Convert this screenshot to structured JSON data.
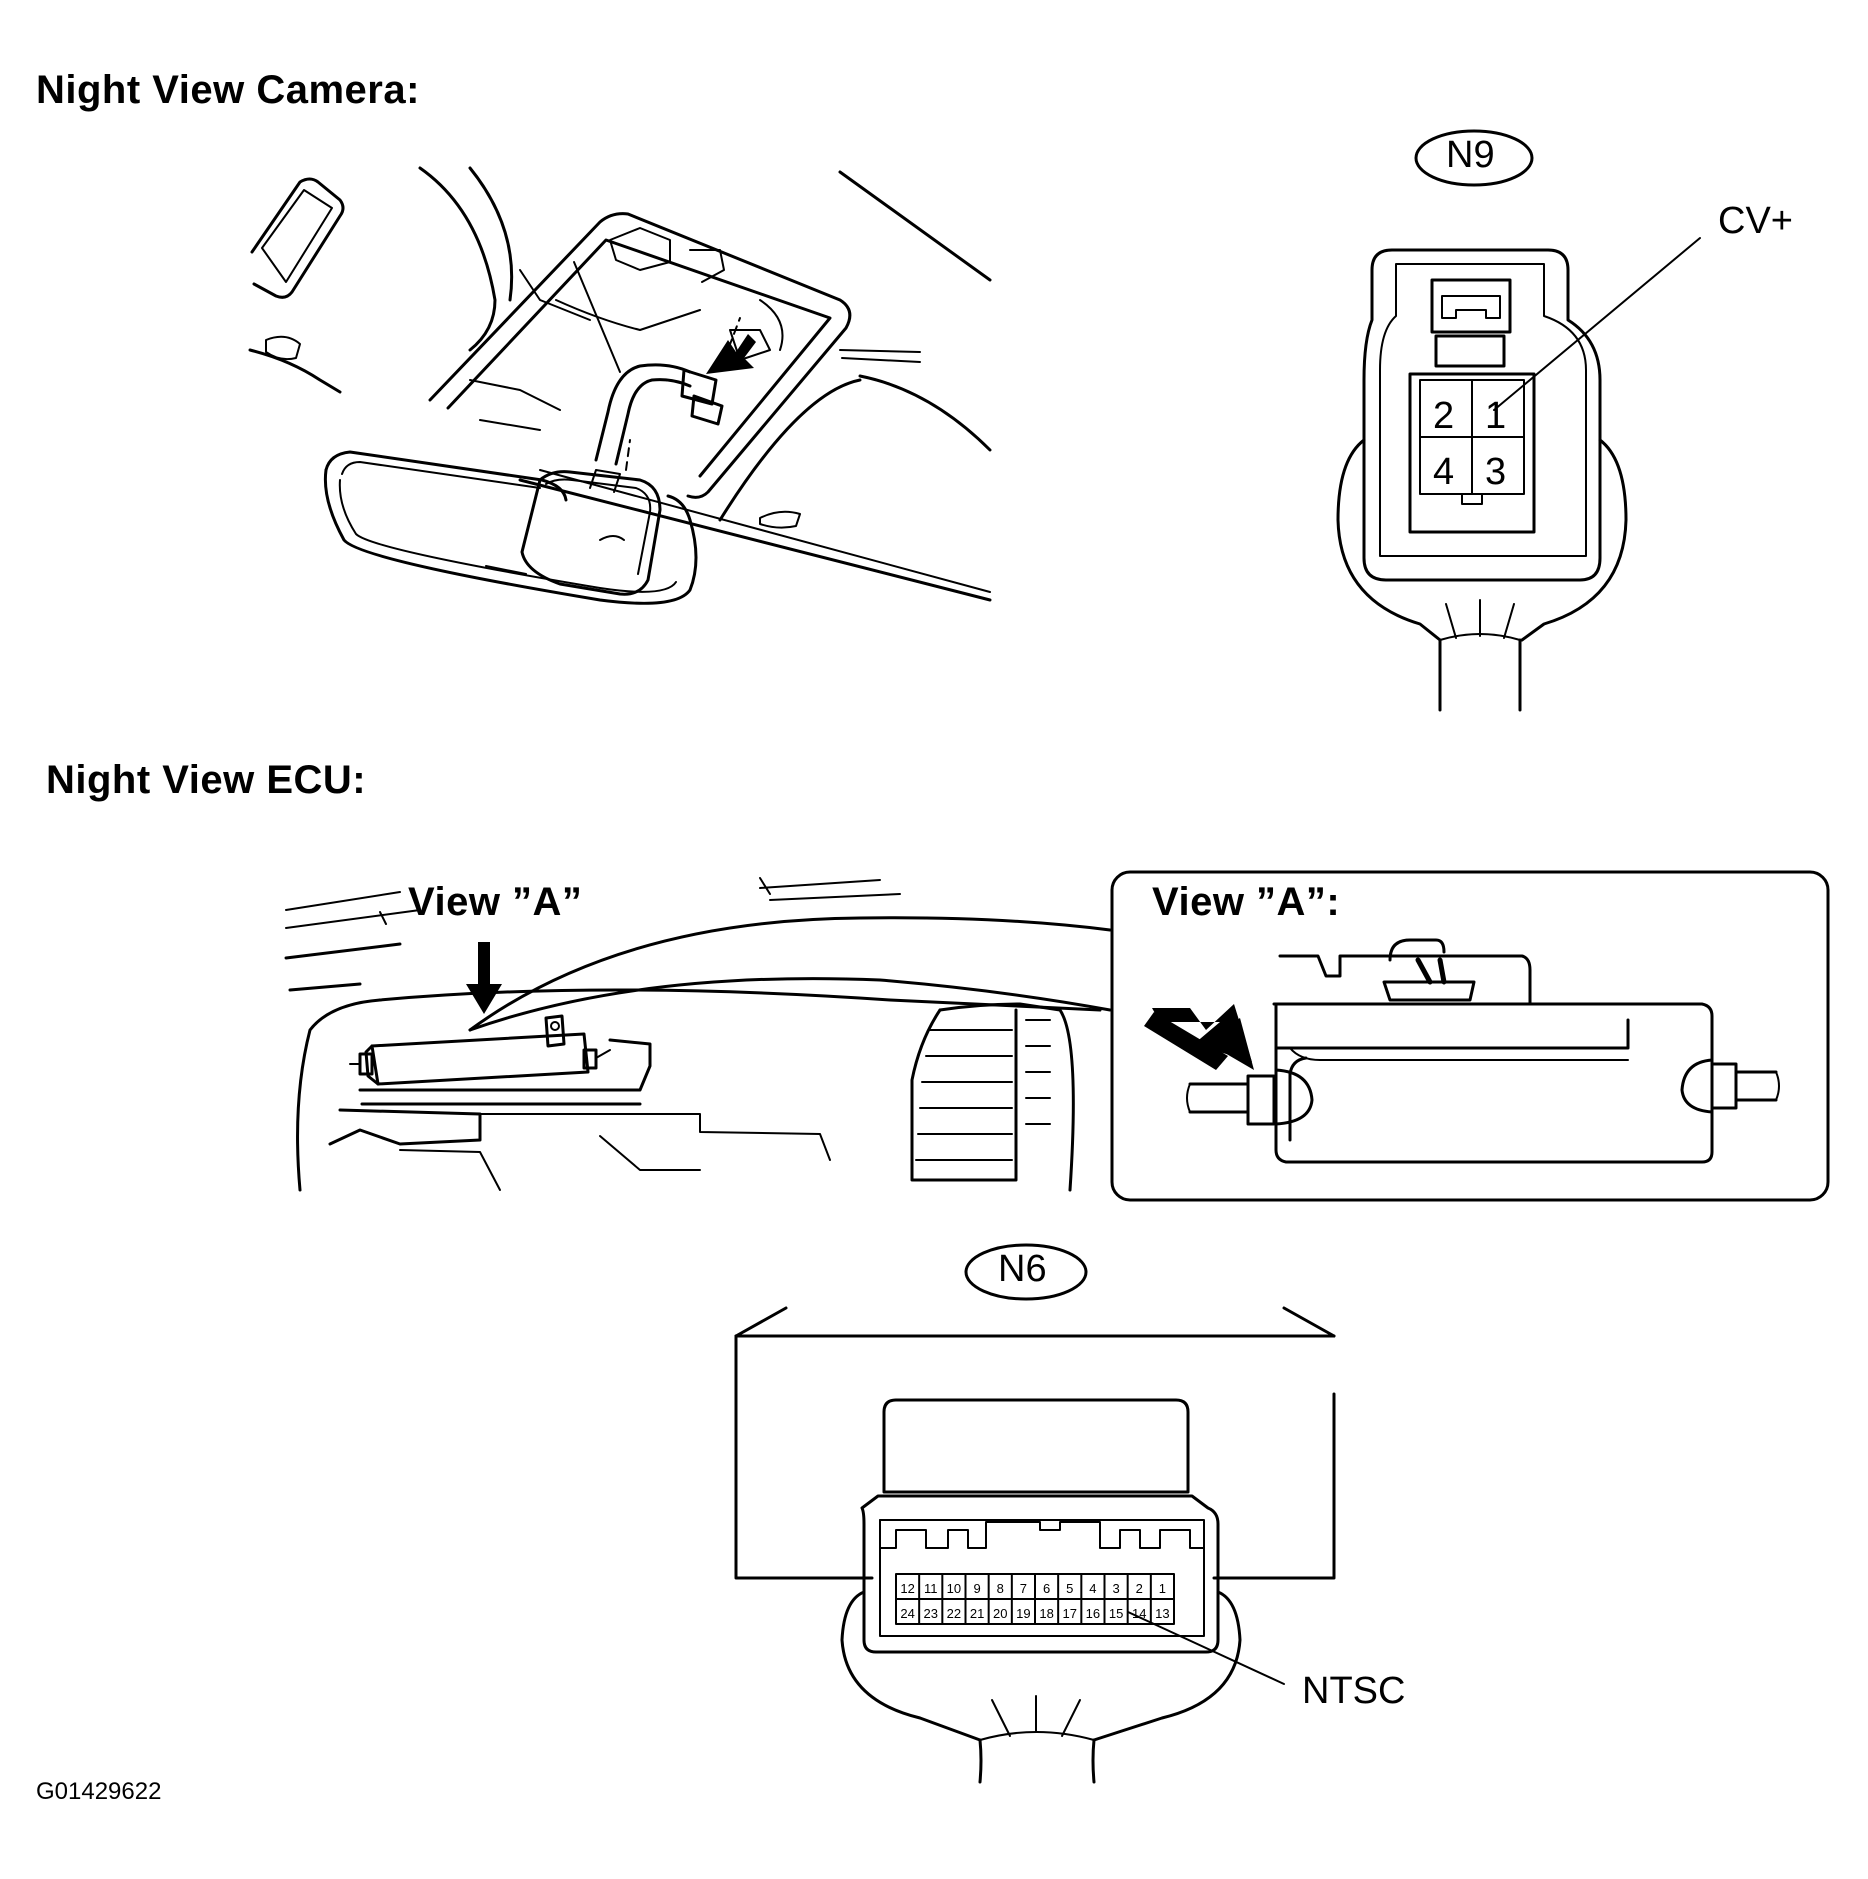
{
  "headings": {
    "camera": "Night View Camera:",
    "ecu": "Night View ECU:"
  },
  "camera_connector": {
    "id": "N9",
    "callout": "CV+",
    "pins": [
      "1",
      "2",
      "3",
      "4"
    ]
  },
  "ecu_view": {
    "view_label": "View ”A”",
    "inset_label": "View ”A”:"
  },
  "ecu_connector": {
    "id": "N6",
    "callout": "NTSC",
    "row_top": [
      "12",
      "11",
      "10",
      "9",
      "8",
      "7",
      "6",
      "5",
      "4",
      "3",
      "2",
      "1"
    ],
    "row_bottom": [
      "24",
      "23",
      "22",
      "21",
      "20",
      "19",
      "18",
      "17",
      "16",
      "15",
      "14",
      "13"
    ]
  },
  "figure_code": "G01429622"
}
